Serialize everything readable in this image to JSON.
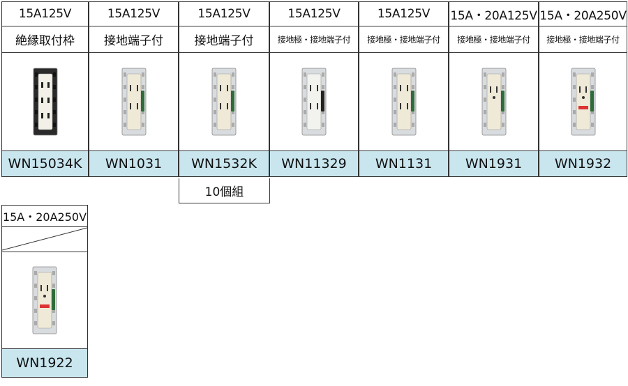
{
  "products": [
    {
      "rating": "15A125V",
      "type": "絶縁取付枠",
      "code": "WN15034K",
      "variant": "frame"
    },
    {
      "rating": "15A125V",
      "type": "接地端子付",
      "code": "WN1031",
      "variant": "ivory"
    },
    {
      "rating": "15A125V",
      "type": "接地端子付",
      "code": "WN1532K",
      "variant": "ivory"
    },
    {
      "rating": "15A125V",
      "type": "接地極・接地端子付",
      "code": "WN11329",
      "variant": "white-black"
    },
    {
      "rating": "15A125V",
      "type": "接地極・接地端子付",
      "code": "WN1131",
      "variant": "ivory"
    },
    {
      "rating": "15A・20A125V",
      "type": "接地極・接地端子付",
      "code": "WN1931",
      "variant": "ivory-round"
    },
    {
      "rating": "15A・20A250V",
      "type": "接地極・接地端子付",
      "code": "WN1932",
      "variant": "ivory-red"
    }
  ],
  "note": "10個組",
  "second_row": {
    "rating": "15A・20A250V",
    "code": "WN1922",
    "variant": "ivory-red"
  }
}
